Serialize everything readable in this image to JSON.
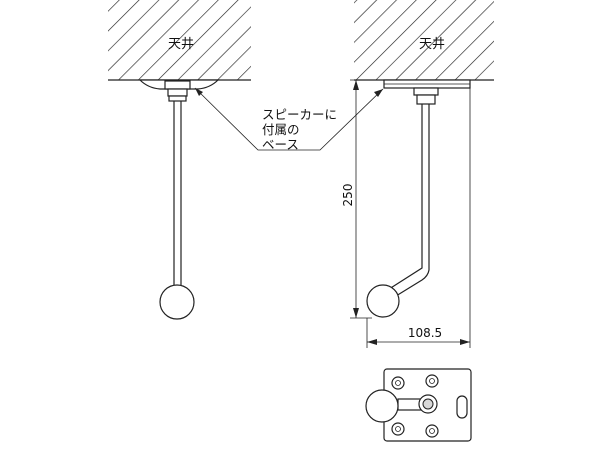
{
  "labels": {
    "ceiling_left": "天井",
    "ceiling_right": "天井",
    "callout_line1": "スピーカーに",
    "callout_line2": "付属の",
    "callout_line3": "ベース",
    "dim_height": "250",
    "dim_width": "108.5"
  }
}
